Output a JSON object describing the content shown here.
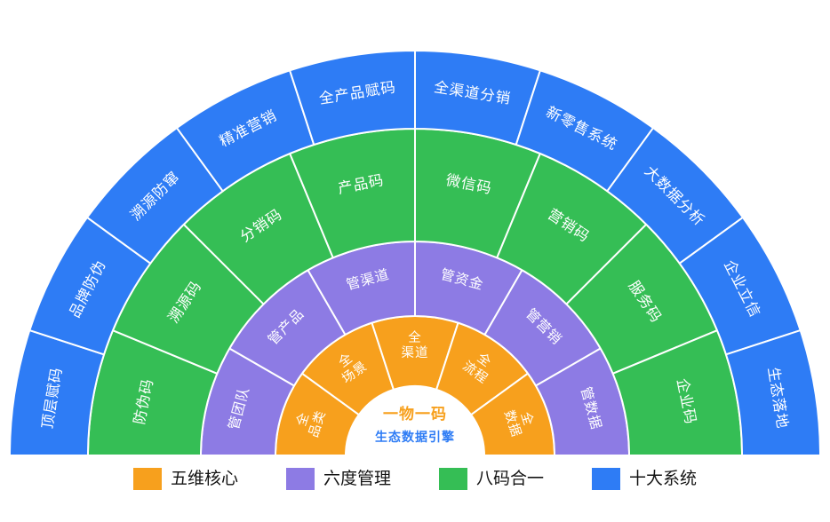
{
  "chart_data": {
    "type": "sunburst",
    "shape": "semicircle",
    "span_deg": 180,
    "center_label": "一物一码",
    "center_sublabel": "生态数据引擎",
    "center_label_color": "#F7A01D",
    "center_sublabel_color": "#2E7CF5",
    "rings": [
      {
        "name": "五维核心",
        "color": "#F7A01D",
        "segments": [
          "全品类",
          "全场景",
          "全渠道",
          "全流程",
          "全数据"
        ]
      },
      {
        "name": "六度管理",
        "color": "#8D7BE4",
        "segments": [
          "管团队",
          "管产品",
          "管渠道",
          "管资金",
          "管营销",
          "管数据"
        ]
      },
      {
        "name": "八码合一",
        "color": "#35BE55",
        "segments": [
          "防伪码",
          "溯源码",
          "分销码",
          "产品码",
          "微信码",
          "营销码",
          "服务码",
          "企业码"
        ]
      },
      {
        "name": "十大系统",
        "color": "#2E7CF5",
        "segments": [
          "顶层赋码",
          "品牌防伪",
          "溯源防窜",
          "精准营销",
          "全产品赋码",
          "全渠道分销",
          "新零售系统",
          "大数据分析",
          "企业立信",
          "生态落地"
        ]
      }
    ],
    "legend_position": "bottom"
  },
  "legend": {
    "items": [
      {
        "label": "五维核心",
        "color": "#F7A01D"
      },
      {
        "label": "六度管理",
        "color": "#8D7BE4"
      },
      {
        "label": "八码合一",
        "color": "#35BE55"
      },
      {
        "label": "十大系统",
        "color": "#2E7CF5"
      }
    ]
  }
}
